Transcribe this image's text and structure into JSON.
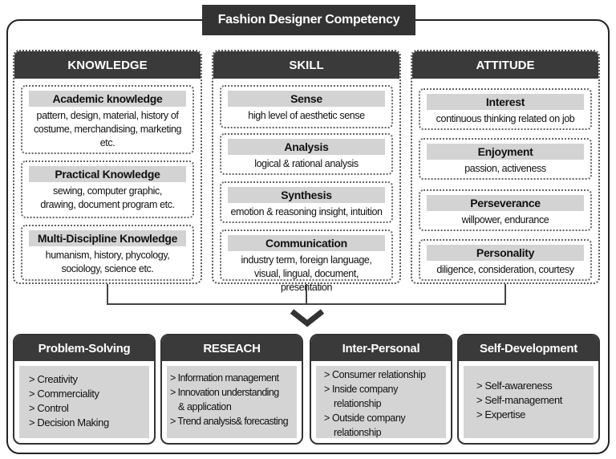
{
  "title": "Fashion Designer Competency",
  "columns": [
    {
      "heading": "KNOWLEDGE",
      "cards": [
        {
          "title": "Academic knowledge",
          "text": "pattern, design, material, history of costume, merchandising, marketing etc."
        },
        {
          "title": "Practical Knowledge",
          "text": "sewing, computer graphic, drawing, document program etc."
        },
        {
          "title": "Multi-Discipline Knowledge",
          "text": "humanism, history, phycology, sociology, science etc."
        }
      ]
    },
    {
      "heading": "SKILL",
      "cards": [
        {
          "title": "Sense",
          "text": "high level of aesthetic sense"
        },
        {
          "title": "Analysis",
          "text": "logical & rational analysis"
        },
        {
          "title": "Synthesis",
          "text": "emotion & reasoning insight, intuition"
        },
        {
          "title": "Communication",
          "text": "industry term, foreign language, visual, lingual, document, presentation"
        }
      ]
    },
    {
      "heading": "ATTITUDE",
      "cards": [
        {
          "title": "Interest",
          "text": "continuous thinking related on job"
        },
        {
          "title": "Enjoyment",
          "text": "passion, activeness"
        },
        {
          "title": "Perseverance",
          "text": "willpower, endurance"
        },
        {
          "title": "Personality",
          "text": "diligence, consideration, courtesy"
        }
      ]
    }
  ],
  "outcomes": [
    {
      "heading": "Problem-Solving",
      "items": [
        "> Creativity",
        "> Commerciality",
        "> Control",
        "> Decision Making"
      ]
    },
    {
      "heading": "RESEACH",
      "items": [
        "> Information management",
        "> Innovation understanding",
        "& application",
        "> Trend analysis& forecasting"
      ]
    },
    {
      "heading": "Inter-Personal",
      "items": [
        "> Consumer relationship",
        "> Inside company",
        "relationship",
        "> Outside company",
        "relationship"
      ]
    },
    {
      "heading": "Self-Development",
      "items": [
        "> Self-awareness",
        "> Self-management",
        "> Expertise"
      ]
    }
  ]
}
